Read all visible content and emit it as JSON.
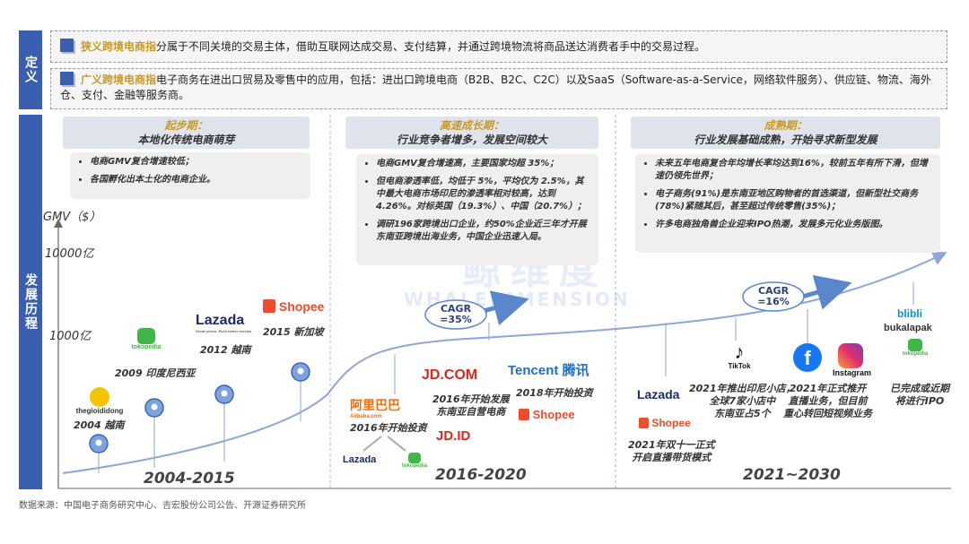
{
  "side_labels": {
    "definition": "定义",
    "history": "发展历程"
  },
  "definitions": [
    {
      "highlight": "狭义跨境电商指",
      "text": "分属于不同关境的交易主体，借助互联网达成交易、支付结算，并通过跨境物流将商品送达消费者手中的交易过程。"
    },
    {
      "highlight": "广义跨境电商指",
      "text": "电子商务在进出口贸易及零售中的应用，包括：进出口跨境电商（B2B、B2C、C2C）以及SaaS（Software-as-a-Service，网络软件服务）、供应链、物流、海外仓、支付、金融等服务商。"
    }
  ],
  "y_axis": {
    "title": "GMV（$）",
    "tick_high": "10000亿",
    "tick_low": "1000亿"
  },
  "stages": [
    {
      "title": "起步期：",
      "subtitle": "本地化传统电商萌芽",
      "period": "2004-2015",
      "bullets": [
        "电商GMV复合增速较低；",
        "各国孵化出本土化的电商企业。"
      ]
    },
    {
      "title": "高速成长期：",
      "subtitle": "行业竞争者增多，发展空间较大",
      "period": "2016-2020",
      "bullets": [
        "电商GMV复合增速高，主要国家均超 35%；",
        "但电商渗透率低，均低于 5%，平均仅为 2.5%，其中最大电商市场印尼的渗透率相对较高，达到 4.26%。对标英国（19.3%）、中国（20.7%）；",
        "调研196家跨境出口企业，约50%企业近三年才开展东南亚跨境出海业务，中国企业迅速入局。"
      ]
    },
    {
      "title": "成熟期：",
      "subtitle": "行业发展基础成熟，开始寻求新型发展",
      "period": "2021~2030",
      "bullets": [
        "未来五年电商复合年均增长率均达到16%，较前五年有所下滑，但增速仍领先世界；",
        "电子商务(91%)是东南亚地区购物者的首选渠道，但新型社交商务(78%)紧随其后，甚至超过传统零售(35%)；",
        "许多电商独角兽企业迎来IPO热潮，发展多元化业务版图。"
      ]
    }
  ],
  "cagr": [
    {
      "label": "CAGR",
      "value": "=35%"
    },
    {
      "label": "CAGR",
      "value": "=16%"
    }
  ],
  "events": {
    "e2004": "2004 越南",
    "e2009": "2009 印度尼西亚",
    "e2012": "2012 越南",
    "e2015": "2015 新加坡",
    "e2016": "2016年开始投资",
    "e2016b_1": "2016年开始发展",
    "e2016b_2": "东南亚自营电商",
    "e2018": "2018年开始投资",
    "e2021a_1": "2021年双十一正式",
    "e2021a_2": "开启直播带货模式",
    "e2021b_1": "2021年推出印尼小店，",
    "e2021b_2": "全球7家小店中",
    "e2021b_3": "东南亚占5个",
    "e2021c_1": "2021年正式推开",
    "e2021c_2": "直播业务，但目前",
    "e2021c_3": "重心转回短视频业务",
    "eipo_1": "已完成或近期",
    "eipo_2": "将进行IPO"
  },
  "logos": {
    "thegioididong": "thegioididong",
    "tokopedia": "tokopedia",
    "lazada": "Lazada",
    "lazada_tag": "Great prices. Even better service.",
    "shopee": "Shopee",
    "alibaba": "阿里巴巴",
    "alibaba_sub": "Alibaba.com",
    "jdcom": "JD.COM",
    "jdid": "JD.ID",
    "tencent": "Tencent 腾讯",
    "tiktok": "TikTok",
    "instagram": "Instagram",
    "blibli": "blibli",
    "bukalapak": "bukalapak"
  },
  "watermark": {
    "cn": "鲸维度",
    "en": "WHALEDIMENSION"
  },
  "source": "数据来源：中国电子商务研究中心、吉宏股份公司公告、开源证券研究所",
  "colors": {
    "accent": "#3a5fb0",
    "highlight": "#c79a2a",
    "shopee": "#ee4d2d",
    "tokopedia": "#42b549",
    "jd": "#e1251b"
  }
}
